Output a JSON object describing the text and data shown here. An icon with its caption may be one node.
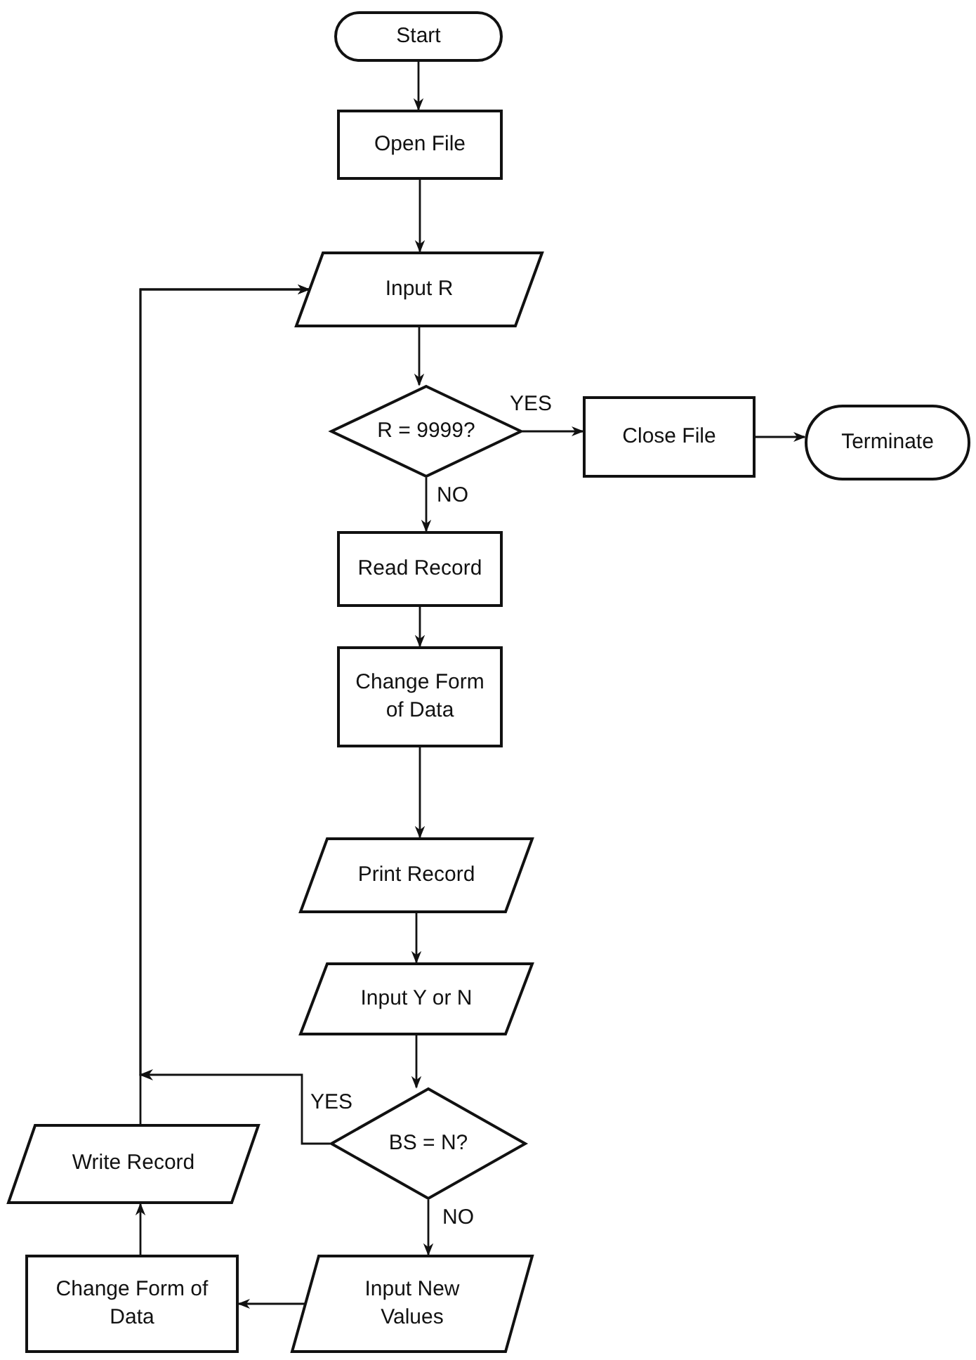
{
  "diagram": {
    "nodes": [
      {
        "text": [
          "Start"
        ]
      },
      {
        "text": [
          "Open File"
        ]
      },
      {
        "text": [
          "Input R"
        ]
      },
      {
        "text": [
          "R = 9999?"
        ]
      },
      {
        "text": [
          "Close File"
        ]
      },
      {
        "text": [
          "Terminate"
        ]
      },
      {
        "text": [
          "Read Record"
        ]
      },
      {
        "text": [
          "Change Form of Data"
        ]
      },
      {
        "text": [
          "Print Record"
        ]
      },
      {
        "text": [
          "Input Y or N"
        ]
      },
      {
        "text": [
          "BS = N?"
        ]
      },
      {
        "text": [
          "Write Record"
        ]
      },
      {
        "text": [
          "Input New Values"
        ]
      },
      {
        "text": [
          "Change Form of Data"
        ]
      }
    ],
    "edges": [
      {
        "from": 0,
        "to": 1,
        "arrow": "to"
      },
      {
        "from": 1,
        "to": 2,
        "arrow": "to"
      },
      {
        "from": 2,
        "to": 3,
        "arrow": "to"
      },
      {
        "from": 3,
        "to": 4,
        "arrow": "to",
        "label": "YES"
      },
      {
        "from": 4,
        "to": 5,
        "arrow": "to"
      },
      {
        "from": 3,
        "to": 6,
        "arrow": "to",
        "label": "NO"
      },
      {
        "from": 6,
        "to": 7,
        "arrow": "to"
      },
      {
        "from": 7,
        "to": 8,
        "arrow": "to"
      },
      {
        "from": 8,
        "to": 9,
        "arrow": "to"
      },
      {
        "from": 9,
        "to": 10,
        "arrow": "to"
      },
      {
        "from": 10,
        "to": 2,
        "arrow": "to",
        "label": "YES"
      },
      {
        "from": 10,
        "to": 12,
        "arrow": "to",
        "label": "NO"
      },
      {
        "from": 12,
        "to": 13,
        "arrow": "to"
      },
      {
        "from": 13,
        "to": 11,
        "arrow": "to"
      },
      {
        "from": 11,
        "to": 2,
        "arrow": "to"
      }
    ]
  }
}
